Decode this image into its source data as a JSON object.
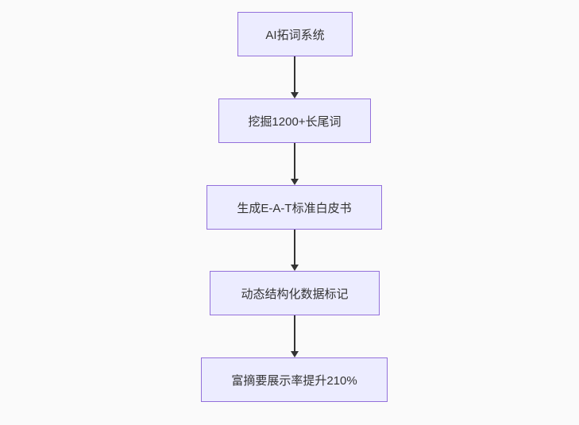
{
  "diagram": {
    "type": "flowchart",
    "direction": "top-down",
    "colors": {
      "background": "#fafafa",
      "node_fill": "#ECECFF",
      "node_border": "#9370DB",
      "arrow": "#333333",
      "text": "#333333"
    },
    "nodes": [
      {
        "id": "n1",
        "label": "AI拓词系统"
      },
      {
        "id": "n2",
        "label": "挖掘1200+长尾词"
      },
      {
        "id": "n3",
        "label": "生成E-A-T标准白皮书"
      },
      {
        "id": "n4",
        "label": "动态结构化数据标记"
      },
      {
        "id": "n5",
        "label": "富摘要展示率提升210%"
      }
    ],
    "edges": [
      {
        "from": "n1",
        "to": "n2",
        "label": ""
      },
      {
        "from": "n2",
        "to": "n3",
        "label": ""
      },
      {
        "from": "n3",
        "to": "n4",
        "label": ""
      },
      {
        "from": "n4",
        "to": "n5",
        "label": ""
      }
    ]
  }
}
